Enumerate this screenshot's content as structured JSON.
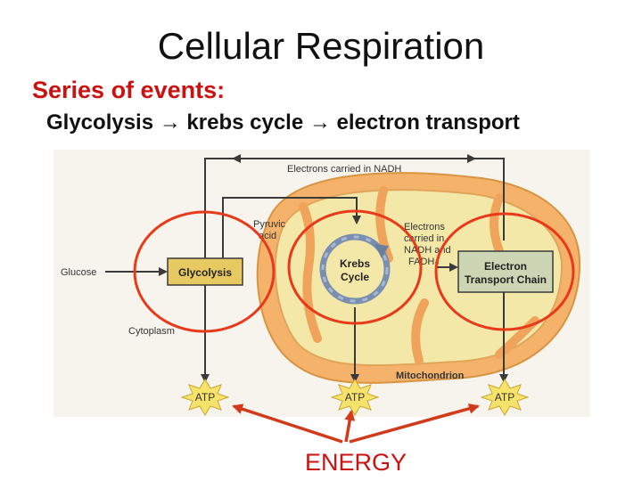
{
  "slide": {
    "title": "Cellular Respiration",
    "subtitle": "Series of events:",
    "sequence": "Glycolysis → krebs cycle → electron transport",
    "energy_label": "ENERGY"
  },
  "diagram": {
    "electrons_nadh": "Electrons carried in NADH",
    "pyruvic_line1": "Pyruvic",
    "pyruvic_line2": "acid",
    "electrons_nadh_fadh_line1": "Electrons",
    "electrons_nadh_fadh_line2": "carried in",
    "electrons_nadh_fadh_line3": "NADH and",
    "electrons_nadh_fadh_line4": "FADH",
    "electrons_nadh_fadh_sub": "2",
    "glucose": "Glucose",
    "glycolysis": "Glycolysis",
    "krebs_line1": "Krebs",
    "krebs_line2": "Cycle",
    "etc_line1": "Electron",
    "etc_line2": "Transport Chain",
    "cytoplasm": "Cytoplasm",
    "mitochondrion": "Mitochondrion",
    "atp_1": "ATP",
    "atp_2": "ATP",
    "atp_3": "ATP"
  },
  "colors": {
    "highlight_circle": "#e83a1a",
    "mitochondrion_fill": "#f4b26a",
    "matrix_fill": "#f3e8a8",
    "box_fill": "#e6c960",
    "etc_fill": "#cdd6b4",
    "atp_burst": "#f7e36a"
  }
}
